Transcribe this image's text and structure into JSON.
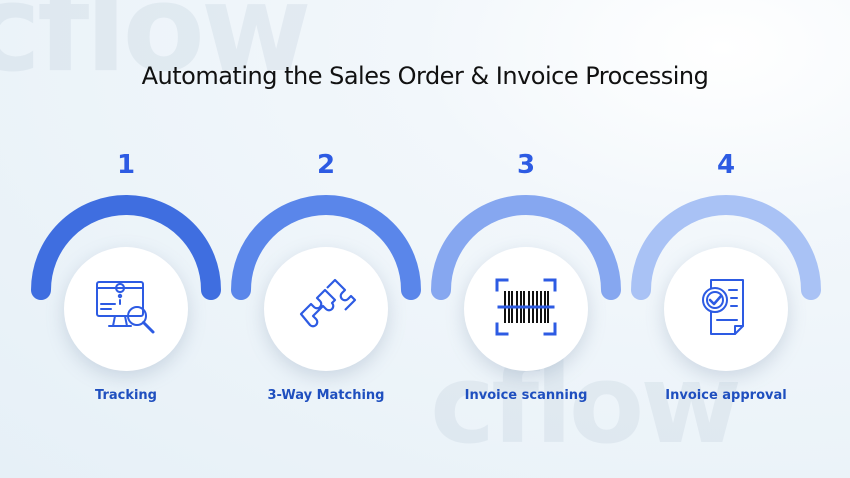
{
  "title": "Automating the Sales Order & Invoice Processing",
  "watermark": "cflow",
  "colors": {
    "title": "#111111",
    "accent": "#2d5be3",
    "label": "#1f4fbf"
  },
  "steps": [
    {
      "number": "1",
      "label": "Tracking",
      "icon": "monitor-location-magnifier-icon",
      "arc_color": "#3f6ee0"
    },
    {
      "number": "2",
      "label": "3-Way Matching",
      "icon": "puzzle-pieces-icon",
      "arc_color": "#5a86ea"
    },
    {
      "number": "3",
      "label": "Invoice scanning",
      "icon": "barcode-scan-icon",
      "arc_color": "#86a7f0"
    },
    {
      "number": "4",
      "label": "Invoice approval",
      "icon": "document-checkmark-icon",
      "arc_color": "#a9c2f5"
    }
  ]
}
